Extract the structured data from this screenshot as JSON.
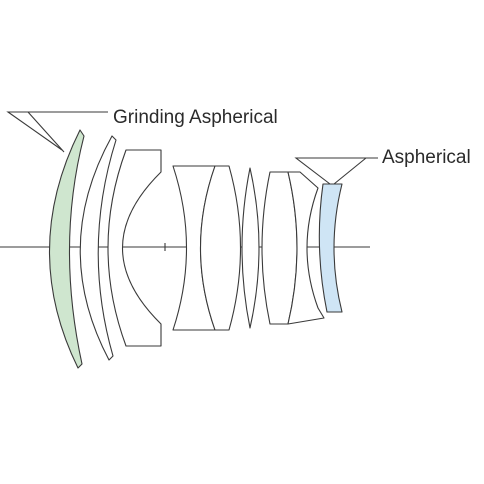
{
  "labels": {
    "grinding_aspherical": "Grinding Aspherical",
    "aspherical": "Aspherical"
  },
  "colors": {
    "grinding_aspherical_fill": "#cfe6cf",
    "aspherical_fill": "#cfe5f5",
    "plain_lens_fill": "#ffffff",
    "outline": "#3a3a3a"
  },
  "elements": [
    {
      "id": 1,
      "type": "grinding-aspherical"
    },
    {
      "id": 2,
      "type": "spherical"
    },
    {
      "id": 3,
      "type": "spherical"
    },
    {
      "id": 4,
      "type": "spherical"
    },
    {
      "id": 5,
      "type": "spherical"
    },
    {
      "id": 6,
      "type": "spherical"
    },
    {
      "id": 7,
      "type": "spherical"
    },
    {
      "id": 8,
      "type": "spherical"
    },
    {
      "id": 9,
      "type": "aspherical"
    }
  ]
}
